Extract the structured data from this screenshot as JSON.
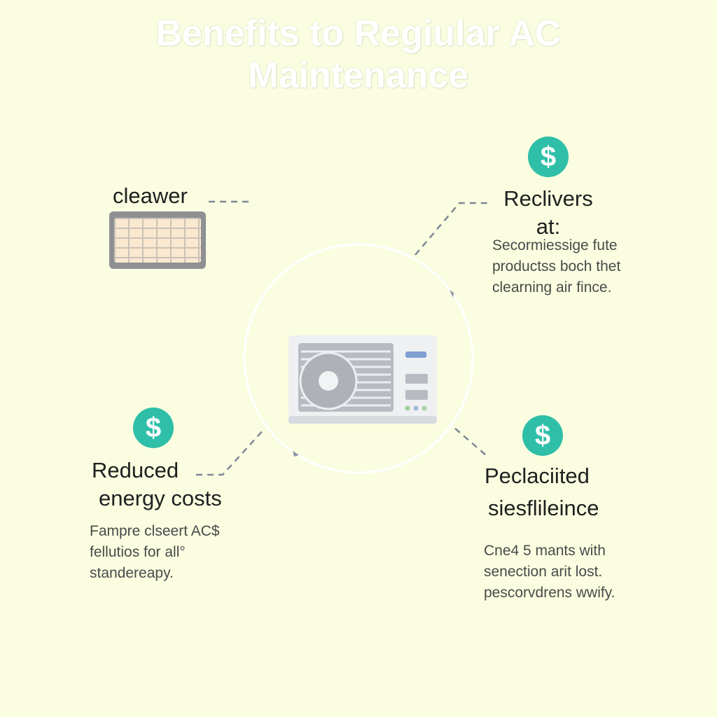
{
  "title": {
    "line1": "Benefits to Regiular AC",
    "line2": "Maintenance"
  },
  "top_left": {
    "label": "cleawer",
    "icon": "air-filter-icon"
  },
  "top_right": {
    "label_line1": "Reclivers",
    "label_line2": "at:",
    "icon": "dollar-coin-icon",
    "desc": [
      "Secormiessige fute",
      "productss boch thet",
      "clearning air fince."
    ]
  },
  "bottom_left": {
    "label_line1": "Reduced",
    "label_line2": "energy costs",
    "icon": "dollar-coin-icon",
    "desc": [
      "Fampre clseert AC$",
      "fellutios for all°",
      "standereapy."
    ]
  },
  "bottom_right": {
    "label_line1": "Peclaciited",
    "label_line2": "siesflileince",
    "icon": "dollar-coin-icon",
    "desc": [
      "Cne4 5 mants with",
      "senection arit lost.",
      "pescorvdrens wwify."
    ]
  },
  "center": {
    "icon": "air-conditioner-icon"
  },
  "coin_symbol": "$",
  "colors": {
    "background": "#fafde0",
    "coin": "#2fbfa8",
    "connector": "#7d8896",
    "circle": "#ffffff"
  }
}
